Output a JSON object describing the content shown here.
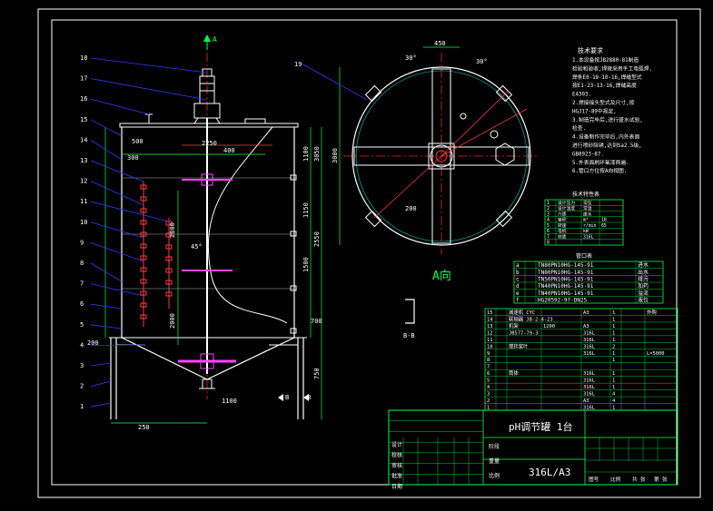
{
  "colors": {
    "background": "#000000",
    "frame": "#ffffff",
    "leader": "#2f3bff",
    "dimension": "#00ff4c",
    "structure": "#ffffff",
    "pipe": "#ff3a3a",
    "agitator": "#ff44ff",
    "centerline": "#ff2020",
    "notes": "#ffffff",
    "table": "#00ff4c",
    "accent": "#ffff00"
  },
  "view_labels": {
    "section_view": "A向",
    "section_bb": "B-B",
    "arrow_a": "A",
    "arrow_b_left": "B",
    "arrow_b_right": "B"
  },
  "part_numbers": [
    "18",
    "17",
    "16",
    "15",
    "14",
    "13",
    "12",
    "11",
    "10",
    "9",
    "8",
    "7",
    "6",
    "5",
    "4",
    "3",
    "2",
    "1"
  ],
  "plan_part_number": "19",
  "dimensions_front": {
    "top_left": "500",
    "side_left": "300",
    "top_inner": "400",
    "shaft_top": "2250",
    "mid_a": "2800",
    "mid_b": "2000",
    "right_a": "1100",
    "right_b": "1150",
    "right_c": "1500",
    "right_d": "2550",
    "right_e": "3050",
    "right_f": "700",
    "bottom_h": "750",
    "base_left": "200",
    "base_width": "250",
    "base_right": "1100",
    "angle": "45°"
  },
  "dimensions_plan": {
    "top": "450",
    "side": "3000",
    "nozzle": "200",
    "angle_a": "30°",
    "angle_b": "30°"
  },
  "tech_notes": {
    "title": "技术要求",
    "lines": [
      "1.本设备按JB2880-81制造",
      "检验和验收,焊接采用手工电弧焊,",
      "焊条E0-19-10-16,焊缝型式",
      "按E1-23-13-16,焊缝高度",
      "E4303.",
      "2.焊接接头型式及尺寸,按",
      "HGJ17-89中规定,",
      "3.制造完毕后,进行盛水试验,",
      "检查.",
      "4.设备制作完毕后,内外表面",
      "进行喷砂除锈,达到Sa2.5级,",
      "GB8923-87.",
      "5.外表面刷环氧漆两遍.",
      "6.管口方位按A向视图."
    ]
  },
  "spec_table": {
    "title": "技术特性表",
    "rows": [
      [
        "1",
        "设计压力",
        "常压",
        ""
      ],
      [
        "2",
        "设计温度",
        "常温",
        ""
      ],
      [
        "3",
        "介质",
        "废水",
        "",
        ""
      ],
      [
        "4",
        "容积",
        "m³",
        "18"
      ],
      [
        "5",
        "转速",
        "r/min",
        "65"
      ],
      [
        "6",
        "电机",
        "kW",
        ""
      ],
      [
        "7",
        "材质",
        "316L",
        ""
      ],
      [
        "8",
        "",
        "",
        ""
      ]
    ]
  },
  "nozzle_table": {
    "title": "管口表",
    "rows": [
      [
        "a",
        "",
        "TN80PN10HG-145-91",
        "进水"
      ],
      [
        "b",
        "",
        "TN80PN10HG-145-91",
        "出水"
      ],
      [
        "c",
        "",
        "TN50PN10HG-145-91",
        "排污"
      ],
      [
        "d",
        "",
        "TN40PN10HG-145-91",
        "加药"
      ],
      [
        "e",
        "",
        "TN40PN10HG-145-91",
        "溢流"
      ],
      [
        "f",
        "",
        "HG20592-97-DN25",
        "液位"
      ]
    ]
  },
  "bom_table": {
    "rows": [
      [
        "15",
        "",
        "减速机 CYC",
        "",
        "A3",
        "1",
        "",
        "外购"
      ],
      [
        "14",
        "",
        "联轴器 JB-2-4-23",
        "",
        "",
        "1",
        "",
        ""
      ],
      [
        "13",
        "",
        "机架",
        "1200",
        "A3",
        "1",
        "",
        ""
      ],
      [
        "12",
        "",
        "JB577-79-3",
        "",
        "316L",
        "1",
        "",
        ""
      ],
      [
        "11",
        "",
        "",
        "",
        "316L",
        "1",
        "",
        ""
      ],
      [
        "10",
        "",
        "搅拌桨叶",
        "",
        "316L",
        "2",
        "",
        ""
      ],
      [
        "9",
        "",
        "",
        "",
        "316L",
        "1",
        "",
        "L=5000"
      ],
      [
        "8",
        "",
        "",
        "",
        "",
        "1",
        "",
        ""
      ],
      [
        "7",
        "",
        "",
        "",
        "",
        "",
        "",
        ""
      ],
      [
        "6",
        "",
        "筒体",
        "",
        "316L",
        "1",
        "",
        ""
      ],
      [
        "5",
        "",
        "",
        "",
        "316L",
        "1",
        "",
        ""
      ],
      [
        "4",
        "",
        "",
        "",
        "316L",
        "1",
        "",
        ""
      ],
      [
        "3",
        "",
        "",
        "",
        "316L",
        "4",
        "",
        ""
      ],
      [
        "2",
        "",
        "",
        "",
        "A3",
        "4",
        "",
        ""
      ],
      [
        "1",
        "",
        "",
        "",
        "316L",
        "1",
        "",
        ""
      ]
    ]
  },
  "title_block": {
    "drawing_title": "pH调节罐 1台",
    "material": "316L/A3",
    "labels": [
      "设计",
      "校核",
      "审核",
      "批准",
      "日期"
    ],
    "right_labels": [
      "图号",
      "比例",
      "共 张",
      "第 张"
    ],
    "mid_labels": [
      "阶段",
      "重量",
      "比例"
    ]
  }
}
